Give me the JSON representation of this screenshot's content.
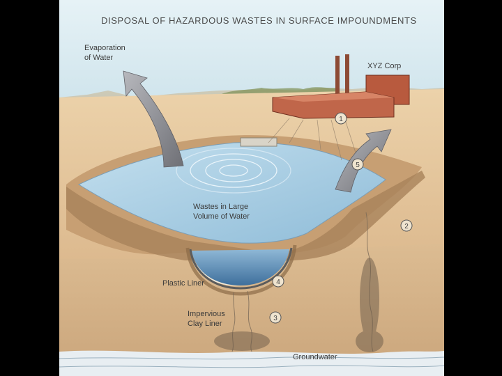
{
  "diagram": {
    "title": "DISPOSAL OF HAZARDOUS WASTES IN SURFACE IMPOUNDMENTS",
    "labels": {
      "evaporation_line1": "Evaporation",
      "evaporation_line2": "of Water",
      "company": "XYZ Corp",
      "wastes_line1": "Wastes in Large",
      "wastes_line2": "Volume of Water",
      "plastic_liner": "Plastic Liner",
      "clay_line1": "Impervious",
      "clay_line2": "Clay Liner",
      "groundwater": "Groundwater"
    },
    "markers": [
      "1",
      "2",
      "3",
      "4",
      "5"
    ],
    "colors": {
      "sky": "#d9ebf1",
      "ground": "#e7c9a0",
      "soil": "#d6b389",
      "water": "#a9cde1",
      "building": "#b85a3e",
      "arrow": "#8e8e94",
      "groundwater": "#e8eef2"
    }
  }
}
